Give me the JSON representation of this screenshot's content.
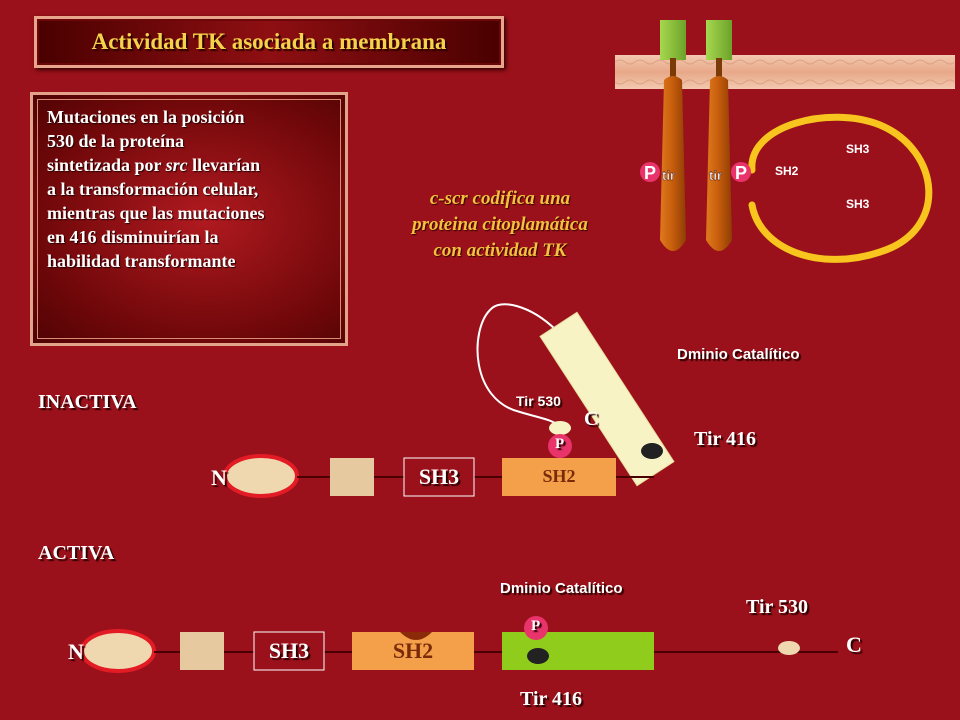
{
  "title": "Actividad TK  asociada a membrana",
  "info_text": "Mutaciones en la posición 530 de la proteína sintetizada por src llevarían a la transformación celular, mientras que las mutaciones en 416 disminuirían la habilidad transformante",
  "info_lines": [
    "Mutaciones en la posición",
    "530 de la proteína",
    "sintetizada por src llevarían",
    "a la transformación celular,",
    "mientras que las mutaciones",
    "en 416 disminuirían la",
    "habilidad transformante"
  ],
  "caption_lines": [
    "c-scr codifica una",
    "proteina citoplamática",
    "con actividad TK"
  ],
  "membrane": {
    "p_left": "P",
    "tir_left": "tir",
    "p_right": "P",
    "tir_right": "tir",
    "sh2": "SH2",
    "sh3_top": "SH3",
    "sh3_bottom": "SH3"
  },
  "inactive": {
    "state_label": "INACTIVA",
    "catalytic_label": "Dminio Catalítico",
    "tir530_label": "Tir 530",
    "c_label": "C",
    "p_label": "P",
    "tir416_label": "Tir 416",
    "n_label": "N",
    "sh3_label": "SH3",
    "sh2_label": "SH2"
  },
  "active": {
    "state_label": "ACTIVA",
    "catalytic_label": "Dminio Catalítico",
    "tir530_label": "Tir 530",
    "c_label": "C",
    "p_label": "P",
    "tir416_label": "Tir 416",
    "n_label": "N",
    "sh3_label": "SH3",
    "sh2_label": "SH2"
  },
  "colors": {
    "background": "#9b111b",
    "title_text": "#f4d34a",
    "caption_text": "#f2c13d",
    "receptor": "#c9620f",
    "receptor_head": "#8cc63f",
    "loop": "#f7c51e",
    "phospho": "#e8336b",
    "sh2_domain": "#f4a04a",
    "catalytic_inactive": "#f8f3c4",
    "catalytic_active": "#8fcc1c",
    "n_ellipse": "#efd7b0",
    "unique_box": "#e7c9a0"
  }
}
